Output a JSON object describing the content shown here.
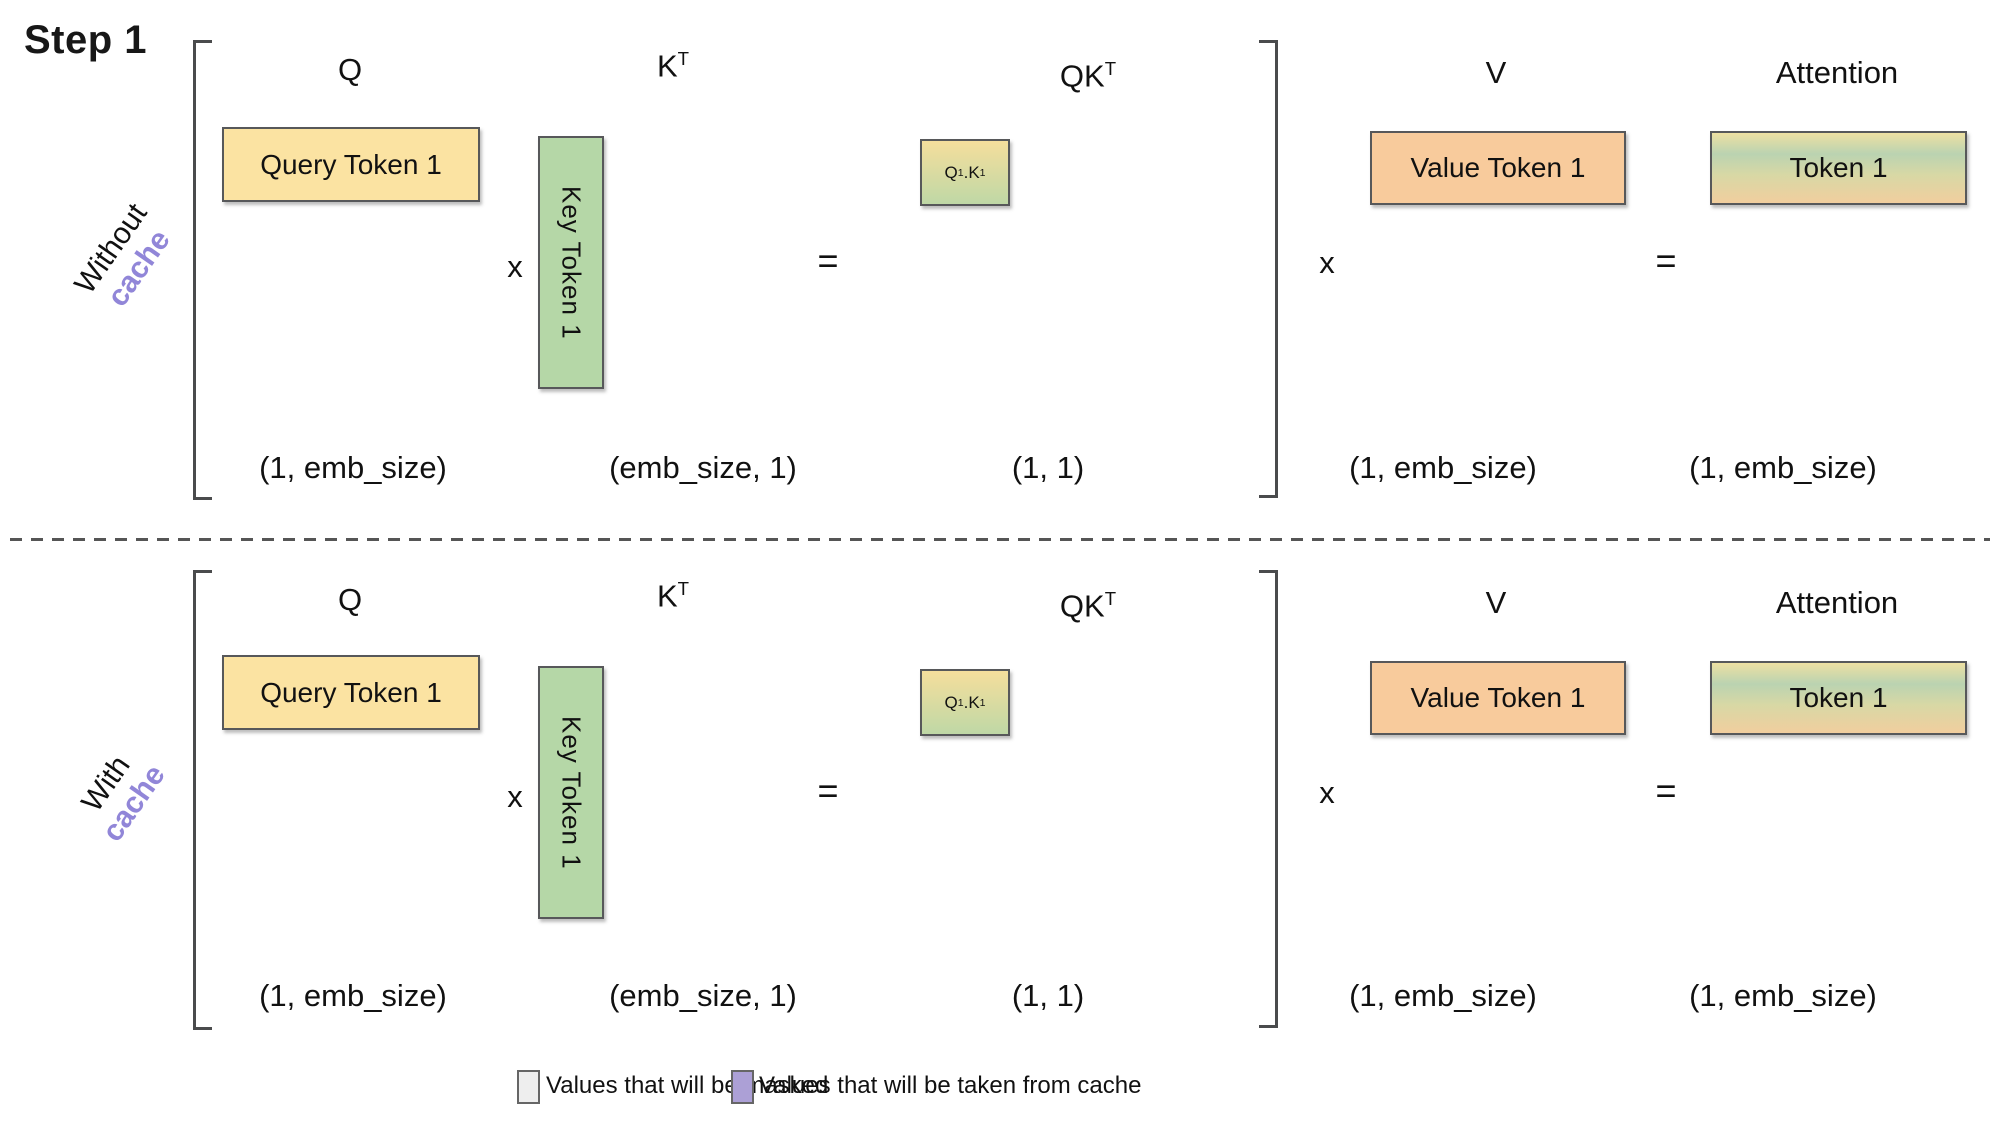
{
  "page": {
    "title": "Step 1"
  },
  "rows": [
    {
      "name": "without-cache",
      "label": {
        "line1": "Without",
        "line2": "cache"
      },
      "col_labels": {
        "q": "Q",
        "k": "K",
        "k_sup": "T",
        "qk": "QK",
        "qk_sup": "T",
        "v": "V",
        "attention": "Attention"
      },
      "boxes": {
        "query": "Query Token 1",
        "key": "Key Token 1",
        "qk": {
          "q": "Q",
          "q_sub": "1",
          "dot": ".",
          "k": "K",
          "k_sub": "1"
        },
        "value": "Value Token 1",
        "attention": "Token 1"
      },
      "ops": {
        "times_qk": "x",
        "eq_qk": "=",
        "times_v": "x",
        "eq_attn": "="
      },
      "dims": {
        "q": "(1, emb_size)",
        "k": "(emb_size, 1)",
        "qk": "(1, 1)",
        "v": "(1, emb_size)",
        "attention": "(1, emb_size)"
      }
    },
    {
      "name": "with-cache",
      "label": {
        "line1": "With",
        "line2": "cache"
      },
      "col_labels": {
        "q": "Q",
        "k": "K",
        "k_sup": "T",
        "qk": "QK",
        "qk_sup": "T",
        "v": "V",
        "attention": "Attention"
      },
      "boxes": {
        "query": "Query Token 1",
        "key": "Key Token 1",
        "qk": {
          "q": "Q",
          "q_sub": "1",
          "dot": ".",
          "k": "K",
          "k_sub": "1"
        },
        "value": "Value Token 1",
        "attention": "Token 1"
      },
      "ops": {
        "times_qk": "x",
        "eq_qk": "=",
        "times_v": "x",
        "eq_attn": "="
      },
      "dims": {
        "q": "(1, emb_size)",
        "k": "(emb_size, 1)",
        "qk": "(1, 1)",
        "v": "(1, emb_size)",
        "attention": "(1, emb_size)"
      }
    }
  ],
  "legend": {
    "masked": "Values that will be masked",
    "cache": "Values that will be taken from cache"
  },
  "colors": {
    "query_fill": "#fbe3a2",
    "key_fill": "#b5d7a7",
    "value_fill": "#f8cb9c",
    "qk_gradient_top": "#f5de9c",
    "qk_gradient_bottom": "#bfd8a6",
    "attention_gradient": [
      "#ede0a2",
      "#bad3b1",
      "#d8d8a5",
      "#f1ce9e"
    ],
    "cache_text": "#9186d8",
    "legend_masked_fill": "#eeeeee",
    "legend_cache_fill": "#aca0d6",
    "border": "#57585a"
  }
}
